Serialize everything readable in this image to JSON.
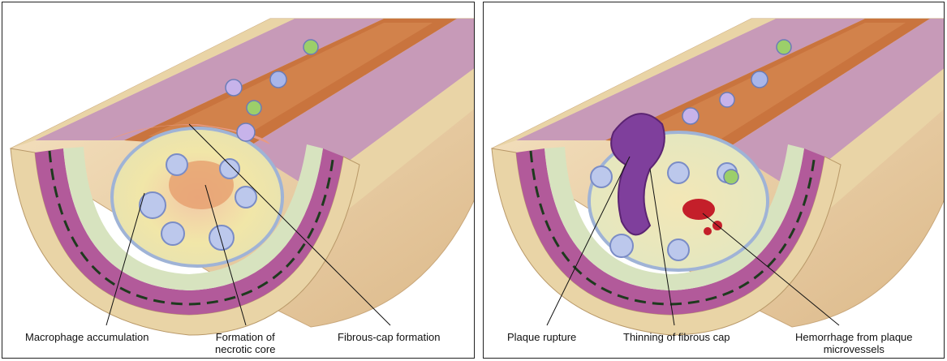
{
  "panels": [
    {
      "labels": {
        "macrophage": "Macrophage accumulation",
        "necrotic_line1": "Formation of",
        "necrotic_line2": "necrotic core",
        "fibrous_cap": "Fibrous-cap formation"
      }
    },
    {
      "labels": {
        "plaque_rupture": "Plaque rupture",
        "thinning": "Thinning of fibrous cap",
        "hemorrhage_line1": "Hemorrhage from plaque",
        "hemorrhage_line2": "microvessels"
      }
    }
  ],
  "colors": {
    "adventitia": "#e9d4a6",
    "media": "#b25a9a",
    "intima": "#d7e3bf",
    "lumen": "#c9743e",
    "plaque_core": "#f1e6a8",
    "elastic_lamina": "#1e3a1e",
    "outer_tube": "#f2d8b0",
    "rupture": "#7f3f9c",
    "hemorrhage": "#c41f2a"
  }
}
